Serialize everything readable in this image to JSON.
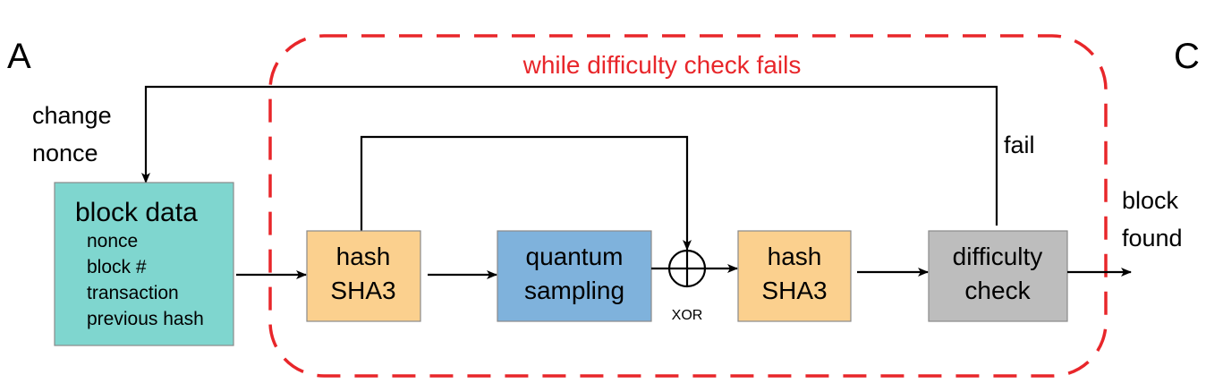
{
  "panel_labels": {
    "left": "A",
    "right": "C"
  },
  "loop_label": "while difficulty check fails",
  "change_nonce": [
    "change",
    "nonce"
  ],
  "fail_label": "fail",
  "block_found": [
    "block",
    "found"
  ],
  "xor_label": "XOR",
  "block_data": {
    "title": "block data",
    "fields": [
      "nonce",
      "block #",
      "transaction",
      "previous hash"
    ],
    "color": "#7fd6cf"
  },
  "hash1": {
    "lines": [
      "hash",
      "SHA3"
    ],
    "color": "#fbd08e"
  },
  "quantum": {
    "lines": [
      "quantum",
      "sampling"
    ],
    "color": "#7fb2dc"
  },
  "hash2": {
    "lines": [
      "hash",
      "SHA3"
    ],
    "color": "#fbd08e"
  },
  "difficulty": {
    "lines": [
      "difficulty",
      "check"
    ],
    "color": "#bdbdbd"
  },
  "loop_color": "#e8262a"
}
